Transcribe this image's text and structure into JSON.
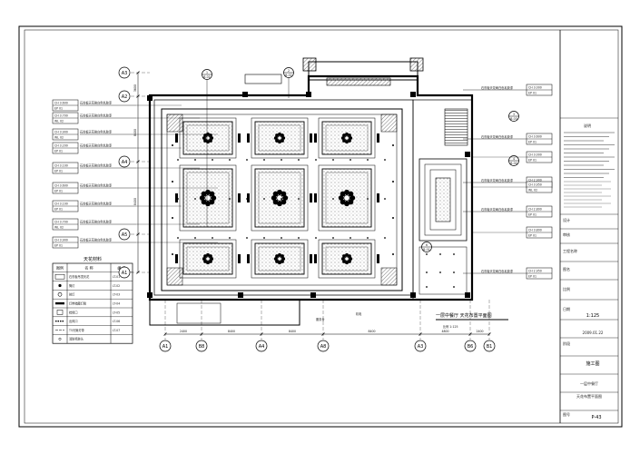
{
  "drawing": {
    "title": "一层中餐厅 天花布置平面图",
    "scale_line": "比例 1:125",
    "scale_value": "1:125",
    "date": "2009.01.22",
    "stage": "施工图",
    "project": "一层中餐厅",
    "sheet_name": "天花布置平面图",
    "sheet_no": "P-43",
    "note_heading": "说明",
    "title_block_labels": [
      "设计",
      "审核",
      "工程名称",
      "图名",
      "比例",
      "日期",
      "阶段",
      "图号"
    ],
    "door_label_1": "服务台",
    "door_label_2": "机电",
    "colors": {
      "line": "#000000",
      "hatch": "#555555",
      "paper": "#ffffff"
    }
  },
  "legend": {
    "title": "天花材料",
    "col_headers": [
      "图例",
      "名 称",
      "编 号"
    ],
    "rows": [
      {
        "name": "石膏板吊顶天花",
        "code": "LT-01"
      },
      {
        "name": "筒灯",
        "code": "LT-02"
      },
      {
        "name": "射灯",
        "code": "LT-03"
      },
      {
        "name": "灯带暗藏灯管",
        "code": "LT-04"
      },
      {
        "name": "检修口",
        "code": "LT-05"
      },
      {
        "name": "出风口",
        "code": "LT-06"
      },
      {
        "name": "T5光管灯带",
        "code": "LT-07"
      },
      {
        "name": "消防喷淋头",
        "code": ""
      }
    ]
  },
  "callouts_left": [
    {
      "ch": "CH 3.600",
      "ep": "EP 01",
      "note": "石膏板天花刷白色乳胶漆"
    },
    {
      "ch": "CH 3.700",
      "ep": "WL 02",
      "note": "石膏板天花刷白色乳胶漆"
    },
    {
      "ch": "CH 3.900",
      "ep": "WL 02",
      "note": "石膏板天花刷白色乳胶漆"
    },
    {
      "ch": "CH 3.200",
      "ep": "EP 01",
      "note": "石膏板天花刷白色乳胶漆"
    },
    {
      "ch": "CH 3.100",
      "ep": "EP 01",
      "note": "石膏板天花刷白色乳胶漆"
    },
    {
      "ch": "CH 3.600",
      "ep": "EP 01",
      "note": "石膏板天花刷白色乳胶漆"
    },
    {
      "ch": "CH 3.100",
      "ep": "EP 01",
      "note": "石膏板天花刷白色乳胶漆"
    },
    {
      "ch": "CH 3.700",
      "ep": "WL 02",
      "note": "石膏板天花刷白色乳胶漆"
    },
    {
      "ch": "CH 3.900",
      "ep": "EP 01",
      "note": "石膏板天花刷白色乳胶漆"
    }
  ],
  "callouts_right": [
    {
      "ch": "CH 3.000",
      "ep": "EP 01",
      "note": "石膏板天花刷白色乳胶漆"
    },
    {
      "ch": "CH 3.600",
      "ep": "EP 01",
      "note": "石膏板天花刷白色乳胶漆"
    },
    {
      "ch": "CH 2.900",
      "ep": "WL 02",
      "note": "石膏板天花刷白色乳胶漆"
    },
    {
      "ch": "CH 2.800",
      "ep": "EP 01",
      "note": "石膏板天花刷白色乳胶漆"
    },
    {
      "ch": "CH 2.950",
      "ep": "EP 01",
      "note": "石膏板天花刷白色乳胶漆"
    }
  ],
  "right_side_callouts": [
    {
      "ch": "CH 3.000",
      "ep": "EP 01"
    },
    {
      "ch": "CH 3.950",
      "ep": "WL 02"
    },
    {
      "ch": "CH 3.800",
      "ep": "EP 01"
    }
  ],
  "section_markers": [
    {
      "num": "1",
      "ref": "B-01"
    },
    {
      "num": "2",
      "ref": "B-02"
    },
    {
      "num": "3",
      "ref": "B-03"
    },
    {
      "num": "4",
      "ref": "B-04"
    },
    {
      "num": "6",
      "ref": "B-01"
    }
  ],
  "axes_bottom": [
    "A1",
    "B8",
    "A4",
    "A8",
    "A3",
    "B6",
    "B1"
  ],
  "axes_left": [
    "A3",
    "A2",
    "A4",
    "A5",
    "A1"
  ],
  "dimensions_bottom": [
    "2400",
    "8400",
    "8400",
    "8400",
    "4800",
    "2400"
  ],
  "dimensions_left": [
    "3600",
    "8400",
    "8400"
  ]
}
